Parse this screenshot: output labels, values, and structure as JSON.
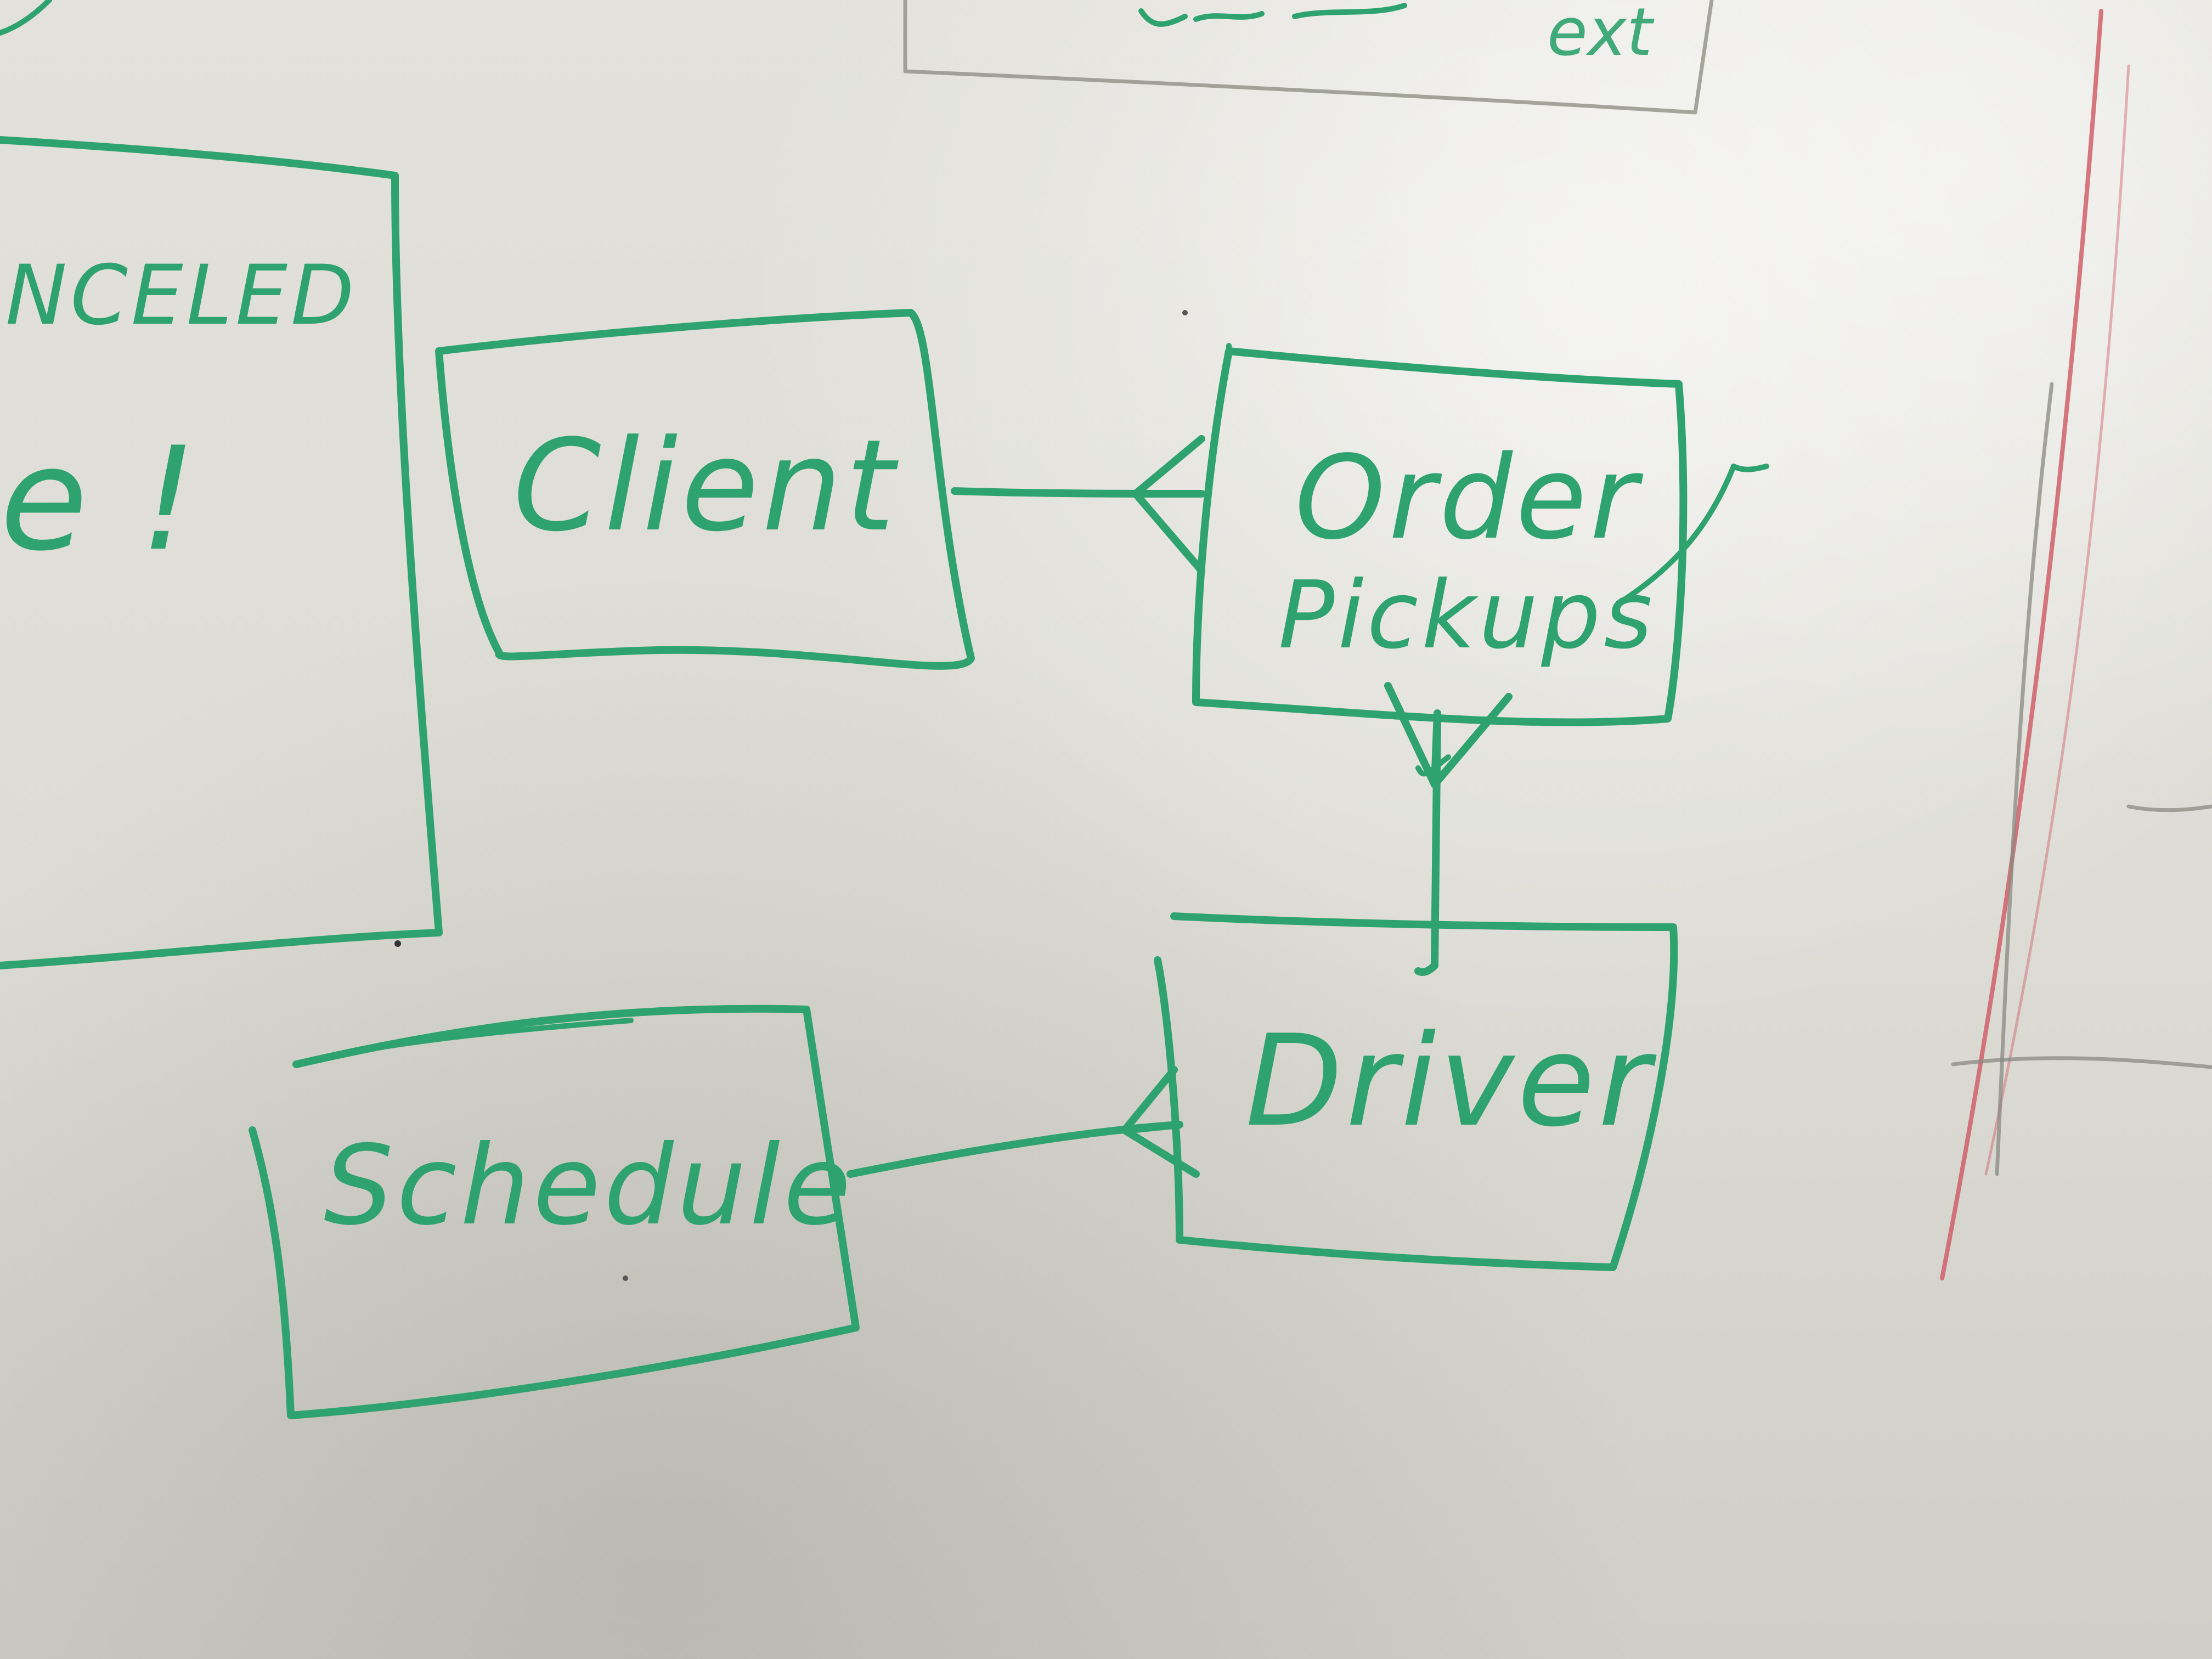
{
  "colors": {
    "ink": "#2fa36f",
    "faded": "#8a8a82",
    "red": "#d0606a"
  },
  "entities": {
    "client": "Client",
    "order_pickups_line1": "Order",
    "order_pickups_line2": "Pickups",
    "driver": "Driver",
    "schedule": "Schedule"
  },
  "partial_text": {
    "top_box": "ext",
    "left_box_heading": "NCELED",
    "left_box_fragment": "e !"
  }
}
